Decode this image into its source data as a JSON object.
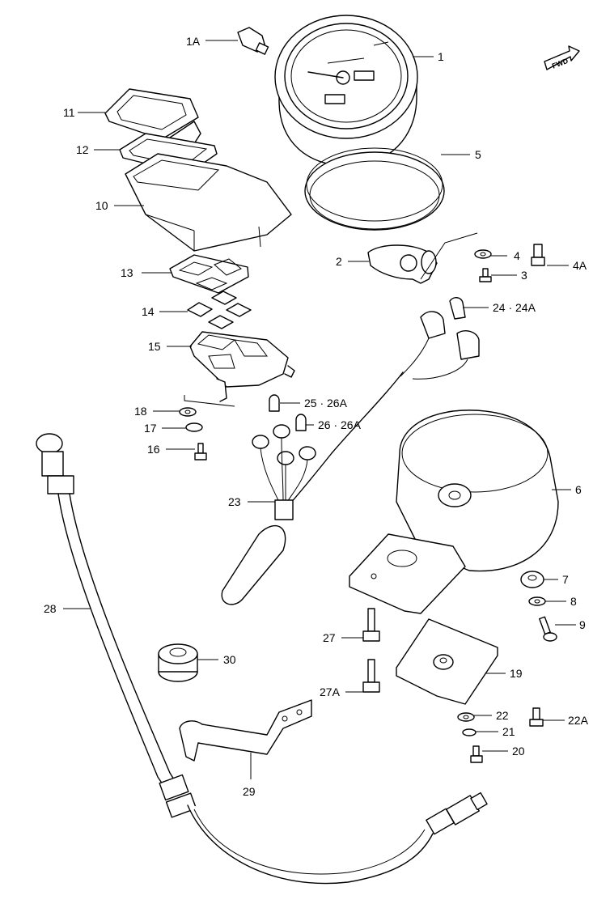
{
  "fwd_label": "FWD",
  "callouts": [
    {
      "id": "1A",
      "text": "1A"
    },
    {
      "id": "1",
      "text": "1"
    },
    {
      "id": "11",
      "text": "11"
    },
    {
      "id": "12",
      "text": "12"
    },
    {
      "id": "10",
      "text": "10"
    },
    {
      "id": "5",
      "text": "5"
    },
    {
      "id": "2",
      "text": "2"
    },
    {
      "id": "4",
      "text": "4"
    },
    {
      "id": "4A",
      "text": "4A"
    },
    {
      "id": "3",
      "text": "3"
    },
    {
      "id": "13",
      "text": "13"
    },
    {
      "id": "24",
      "text": "24 · 24A"
    },
    {
      "id": "14",
      "text": "14"
    },
    {
      "id": "15",
      "text": "15"
    },
    {
      "id": "18",
      "text": "18"
    },
    {
      "id": "25",
      "text": "25 · 26A"
    },
    {
      "id": "17",
      "text": "17"
    },
    {
      "id": "26",
      "text": "26 · 26A"
    },
    {
      "id": "16",
      "text": "16"
    },
    {
      "id": "6",
      "text": "6"
    },
    {
      "id": "23",
      "text": "23"
    },
    {
      "id": "7",
      "text": "7"
    },
    {
      "id": "8",
      "text": "8"
    },
    {
      "id": "28",
      "text": "28"
    },
    {
      "id": "9",
      "text": "9"
    },
    {
      "id": "27",
      "text": "27"
    },
    {
      "id": "30",
      "text": "30"
    },
    {
      "id": "19",
      "text": "19"
    },
    {
      "id": "27A",
      "text": "27A"
    },
    {
      "id": "22",
      "text": "22"
    },
    {
      "id": "22A",
      "text": "22A"
    },
    {
      "id": "21",
      "text": "21"
    },
    {
      "id": "20",
      "text": "20"
    },
    {
      "id": "29",
      "text": "29"
    }
  ]
}
